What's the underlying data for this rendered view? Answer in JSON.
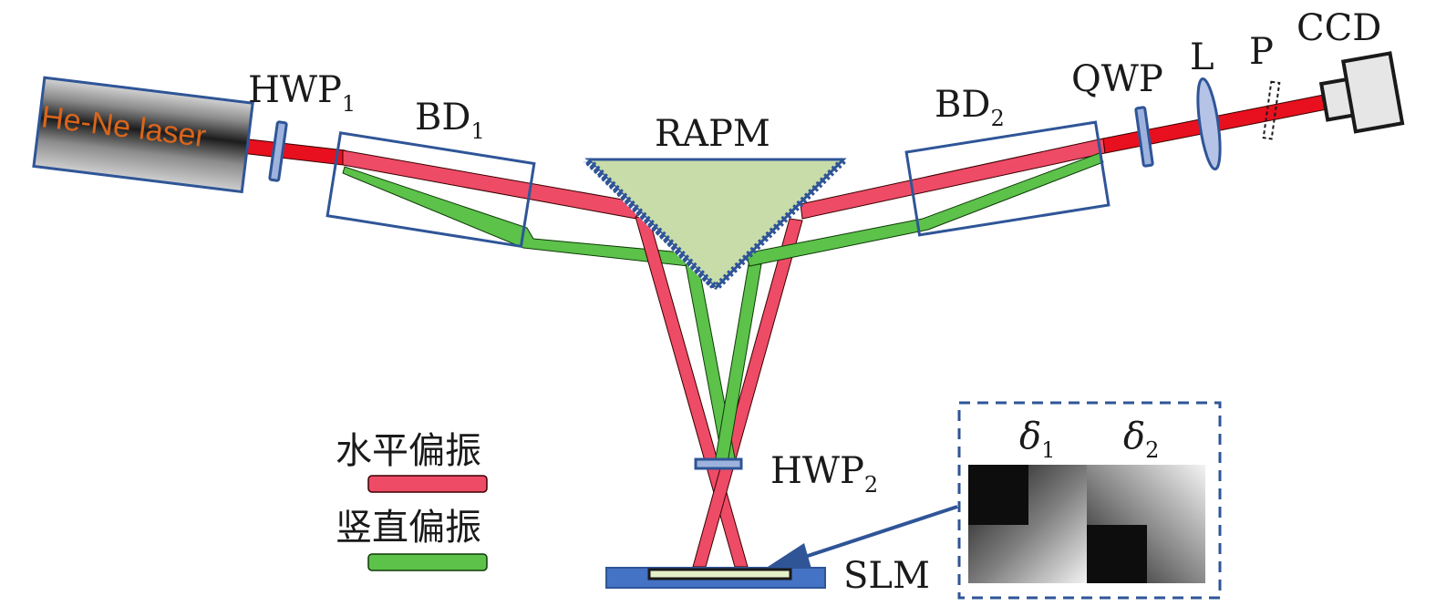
{
  "labels": {
    "laser": "He-Ne laser",
    "hwp1": "HWP",
    "hwp1_sub": "1",
    "bd1": "BD",
    "bd1_sub": "1",
    "rapm": "RAPM",
    "bd2": "BD",
    "bd2_sub": "2",
    "qwp": "QWP",
    "lens": "L",
    "polarizer": "P",
    "ccd": "CCD",
    "hwp2": "HWP",
    "hwp2_sub": "2",
    "slm": "SLM",
    "delta1": "δ",
    "delta1_sub": "1",
    "delta2": "δ",
    "delta2_sub": "2"
  },
  "legend": {
    "horizontal": "水平偏振",
    "vertical": "竖直偏振"
  },
  "colors": {
    "horizontal_beam": "#ee4b67",
    "vertical_beam": "#5cc24a",
    "laser_beam": "#e8101e",
    "component_stroke": "#2f5597",
    "prism_fill": "#c8dcaa",
    "slm_fill": "#4472c4"
  }
}
